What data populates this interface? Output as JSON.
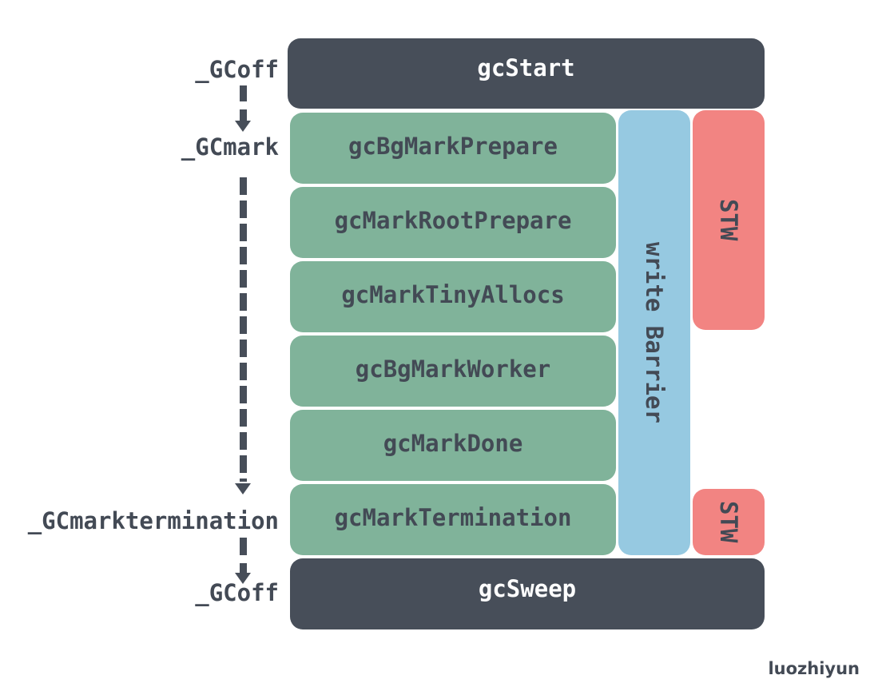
{
  "states": [
    "_GCoff",
    "_GCmark",
    "_GCmarktermination",
    "_GCoff"
  ],
  "phases": {
    "start": "gcStart",
    "mark_steps": [
      "gcBgMarkPrepare",
      "gcMarkRootPrepare",
      "gcMarkTinyAllocs",
      "gcBgMarkWorker",
      "gcMarkDone",
      "gcMarkTermination"
    ],
    "sweep": "gcSweep"
  },
  "write_barrier": "write Barrier",
  "stw": [
    "STW",
    "STW"
  ],
  "credit": "luozhiyun",
  "colors": {
    "dark": "#474e59",
    "mark": "#80b39a",
    "barrier": "#96c9e1",
    "stw": "#f28482",
    "text": "#434a55"
  }
}
